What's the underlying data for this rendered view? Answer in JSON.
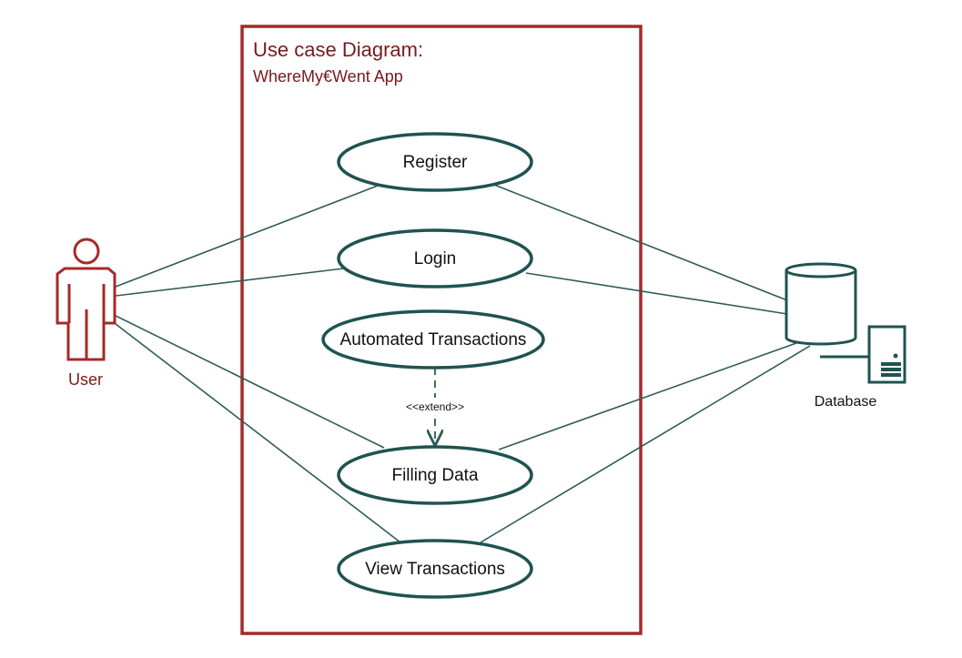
{
  "diagram": {
    "title": "Use case Diagram:",
    "subtitle": "WhereMy€Went App",
    "colors": {
      "boundary": "#a52a2a",
      "title": "#7a1a1a",
      "usecase": "#1f5350",
      "line": "#2e5c59",
      "actor": "#a52a2a",
      "text": "#111111"
    },
    "actors": {
      "user": {
        "label": "User",
        "icon": "stick-figure-icon"
      },
      "database": {
        "label": "Database",
        "icon": "database-cylinder-icon",
        "server_icon": "server-icon"
      }
    },
    "use_cases": [
      {
        "id": "register",
        "label": "Register"
      },
      {
        "id": "login",
        "label": "Login"
      },
      {
        "id": "automated",
        "label": "Automated Transactions"
      },
      {
        "id": "filling",
        "label": "Filling Data"
      },
      {
        "id": "view",
        "label": "View Transactions"
      }
    ],
    "relations": {
      "extend_label": "<<extend>>",
      "extend": {
        "from": "automated",
        "to": "filling"
      },
      "user_links": [
        "register",
        "login",
        "filling",
        "view"
      ],
      "database_links": [
        "register",
        "login",
        "filling",
        "view"
      ]
    }
  }
}
